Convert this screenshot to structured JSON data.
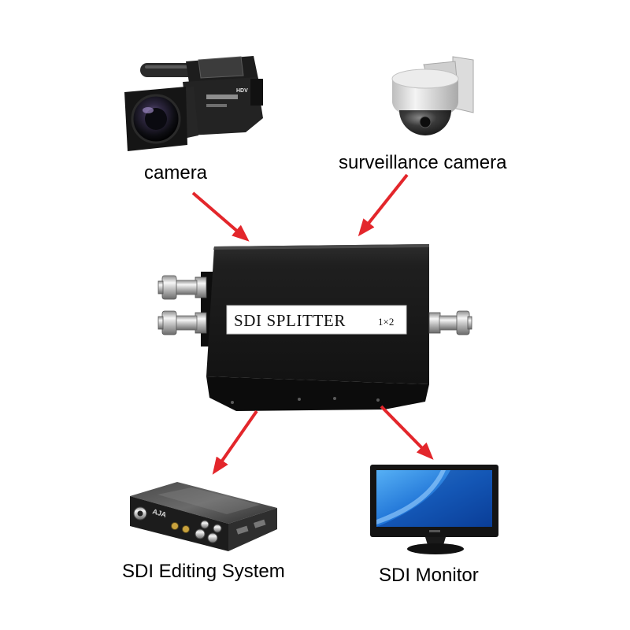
{
  "labels": {
    "camera": "camera",
    "surveillance_camera": "surveillance camera",
    "editing_system": "SDI Editing System",
    "monitor": "SDI Monitor"
  },
  "splitter": {
    "name": "SDI SPLITTER",
    "ratio": "1×2"
  },
  "logos": {
    "editing_device": "AJA",
    "camera": "HDV"
  },
  "icons": [
    "video-camera-icon",
    "surveillance-camera-icon",
    "sdi-splitter-device",
    "editing-system-icon",
    "monitor-icon",
    "arrow-icon"
  ],
  "colors": {
    "arrow": "#e3262b",
    "splitter_body": "#1b1b1b",
    "monitor_screen": "#1f73d6",
    "background": "#ffffff"
  }
}
